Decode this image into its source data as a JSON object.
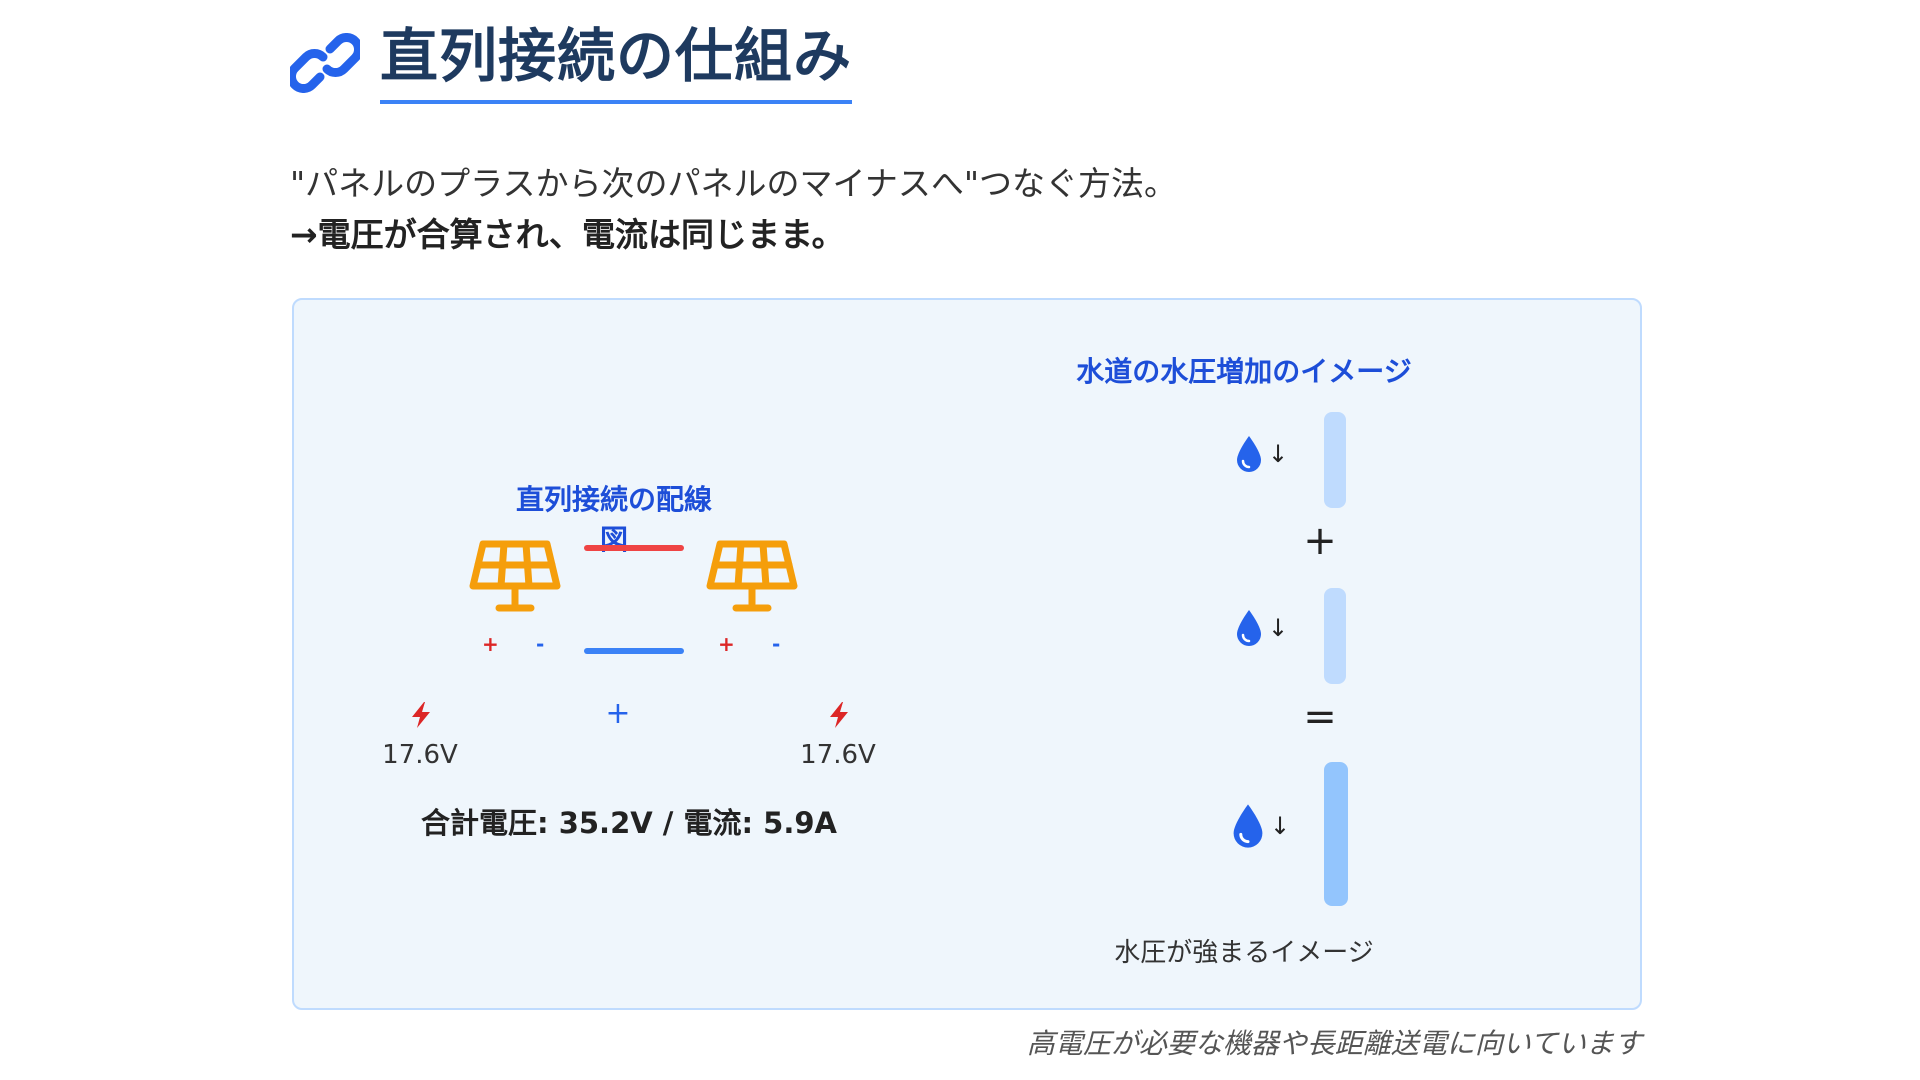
{
  "header": {
    "title": "直列接続の仕組み",
    "icon": "link-icon"
  },
  "intro": {
    "line1": "\"パネルのプラスから次のパネルのマイナスへ\"つなぐ方法。",
    "line2": "→電圧が合算され、電流は同じまま。"
  },
  "wiring": {
    "title": "直列接続の配線図",
    "panels": [
      {
        "plus": "+",
        "minus": "-",
        "icon": "solar-panel-icon"
      },
      {
        "plus": "+",
        "minus": "-",
        "icon": "solar-panel-icon"
      }
    ],
    "voltages": [
      "17.6V",
      "17.6V"
    ],
    "plus_sign": "+",
    "total": "合計電圧: 35.2V / 電流: 5.9A"
  },
  "water": {
    "title": "水道の水圧増加のイメージ",
    "plus_op": "+",
    "equals_op": "=",
    "arrow": "↓",
    "caption": "水圧が強まるイメージ"
  },
  "note": "高電圧が必要な機器や長距離送電に向いています",
  "colors": {
    "title": "#1e3a5f",
    "accent": "#3b82f6",
    "panel": "#f59e0b",
    "wire_positive": "#ef4444",
    "wire_negative": "#3b82f6",
    "card_background": "#eff6fc",
    "card_border": "#bfdbfe"
  }
}
